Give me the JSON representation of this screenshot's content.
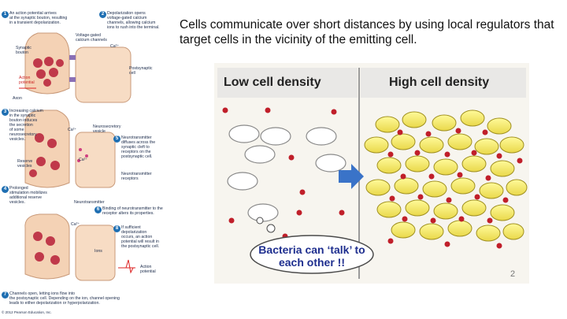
{
  "caption": "Cells communicate over short distances by using local regulators that target cells in the vicinity of the emitting cell.",
  "synapse_figure": {
    "step1": "An action potential arrives\nat the synaptic bouton, resulting\nin a transient depolarization.",
    "step2": "Depolarization opens\nvoltage-gated calcium\nchannels, allowing calcium\nions to rush into the terminal.",
    "vg_channels": "Voltage-gated\ncalcium channels",
    "ca1": "Ca²⁺",
    "bouton": "Synaptic\nbouton",
    "postsynaptic": "Postsynaptic\ncell",
    "action_potential": "Action\npotential",
    "axon": "Axon",
    "step3": "Increasing calcium\nin the synaptic\nbouton induces\nthe secretion\nof some\nneurosecretory\nvesicles.",
    "ca2": "Ca²⁺",
    "ns_vesicle": "Neurosecretory\nvesicle",
    "step5": "Neurotransmitter\ndiffuses across the\nsynaptic cleft to\nreceptors on the\npostsynaptic cell.",
    "ca3": "Ca²⁺",
    "reserve": "Reserve\nvesicles",
    "receptors": "Neurotransmitter\nreceptors",
    "step4": "Prolonged\nstimulation mobilizes\nadditional reserve\nvesicles.",
    "nt": "Neurotransmitter",
    "step6": "Binding of neurotransmitter to the\nreceptor alters its properties.",
    "ca4": "Ca²⁺",
    "step8": "If sufficient\ndepolarization\noccurs, an action\npotential will result in\nthe postsynaptic cell.",
    "ions": "Ions",
    "action_potential2": "Action\npotential",
    "step7": "Channels open, letting ions flow into\nthe postsynaptic cell. Depending on the ion, channel opening\nleads to either depolarization or hyperpolarization.",
    "copyright": "© 2012 Pearson Education, Inc."
  },
  "bacteria_figure": {
    "low_title": "Low cell density",
    "high_title": "High cell density",
    "bubble": "Bacteria can ‘talk’ to each other !!",
    "page_number": "2"
  }
}
